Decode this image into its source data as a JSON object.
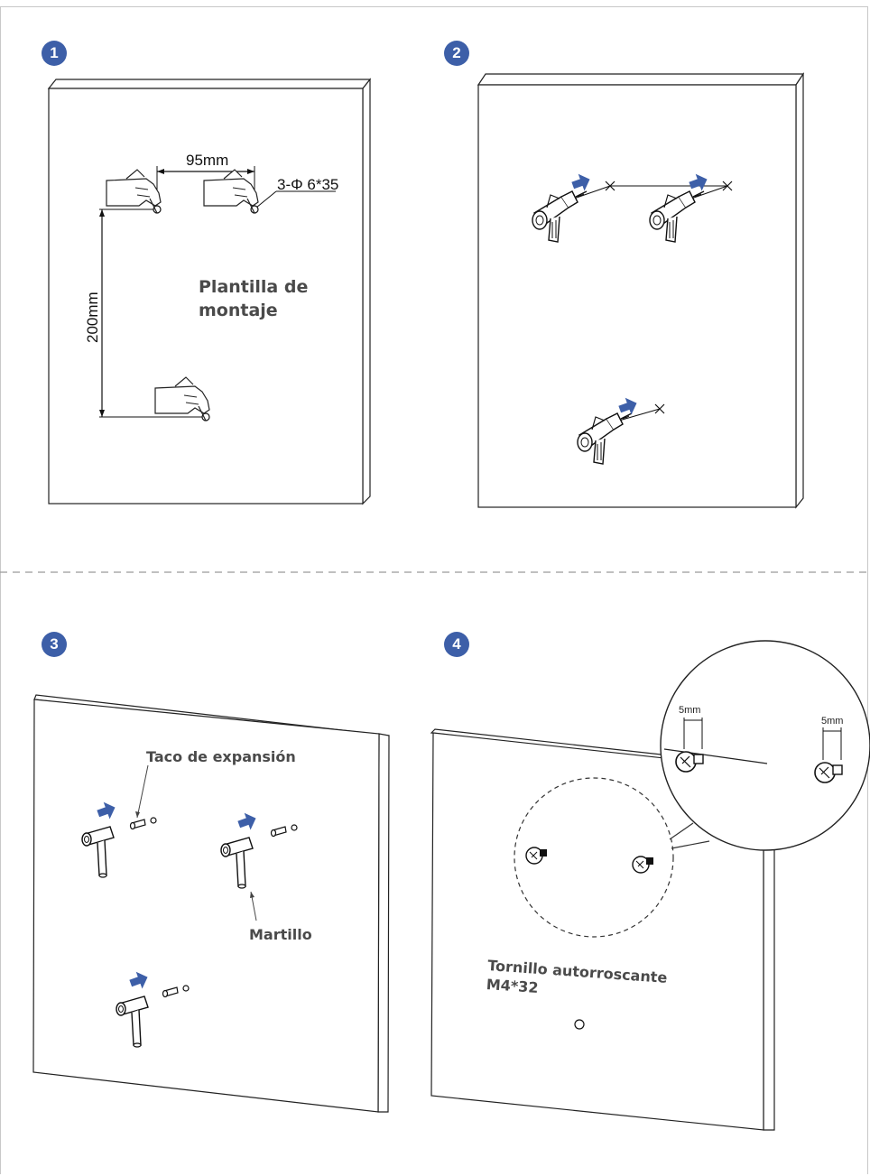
{
  "steps": [
    {
      "number": "1"
    },
    {
      "number": "2"
    },
    {
      "number": "3"
    },
    {
      "number": "4"
    }
  ],
  "step1": {
    "horizontal_spacing": "95mm",
    "hole_spec": "3-Φ 6*35",
    "vertical_spacing": "200mm",
    "template_label_line1": "Plantilla de",
    "template_label_line2": "montaje"
  },
  "step3": {
    "anchor_label": "Taco de expansión",
    "hammer_label": "Martillo"
  },
  "step4": {
    "screw_label_line1": "Tornillo autorroscante",
    "screw_label_line2": "M4*32",
    "gap_left": "5mm",
    "gap_right": "5mm"
  },
  "colors": {
    "accent": "#3d5fa8",
    "line": "#1a1a1a",
    "frame": "#c8c8c8"
  }
}
